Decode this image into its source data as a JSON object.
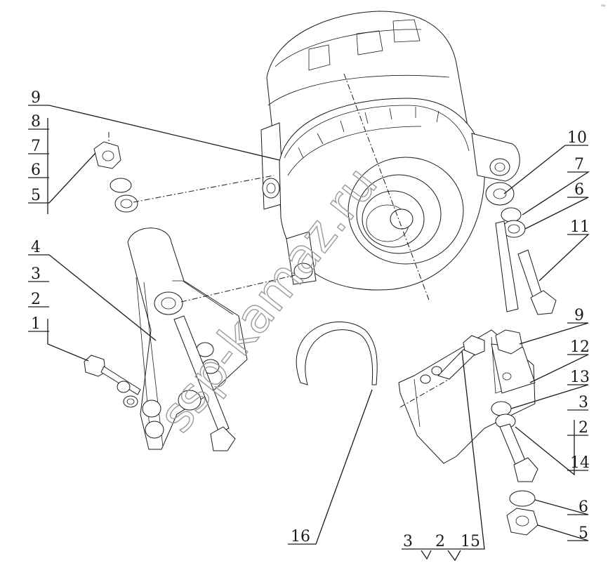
{
  "watermark": "ssp-kamaz.ru",
  "corner_mark": "ssp",
  "callouts": {
    "left_9": "9",
    "left_8": "8",
    "left_7": "7",
    "left_6": "6",
    "left_5": "5",
    "left_4": "4",
    "left_3": "3",
    "left_2": "2",
    "left_1": "1",
    "right_10": "10",
    "right_7": "7",
    "right_6": "6",
    "right_11": "11",
    "right_9": "9",
    "right_12": "12",
    "right_13": "13",
    "right_3": "3",
    "right_2": "2",
    "right_14": "14",
    "right_6b": "6",
    "right_5b": "5",
    "bottom_16": "16",
    "bottom_3": "3",
    "bottom_2": "2",
    "bottom_15": "15"
  }
}
